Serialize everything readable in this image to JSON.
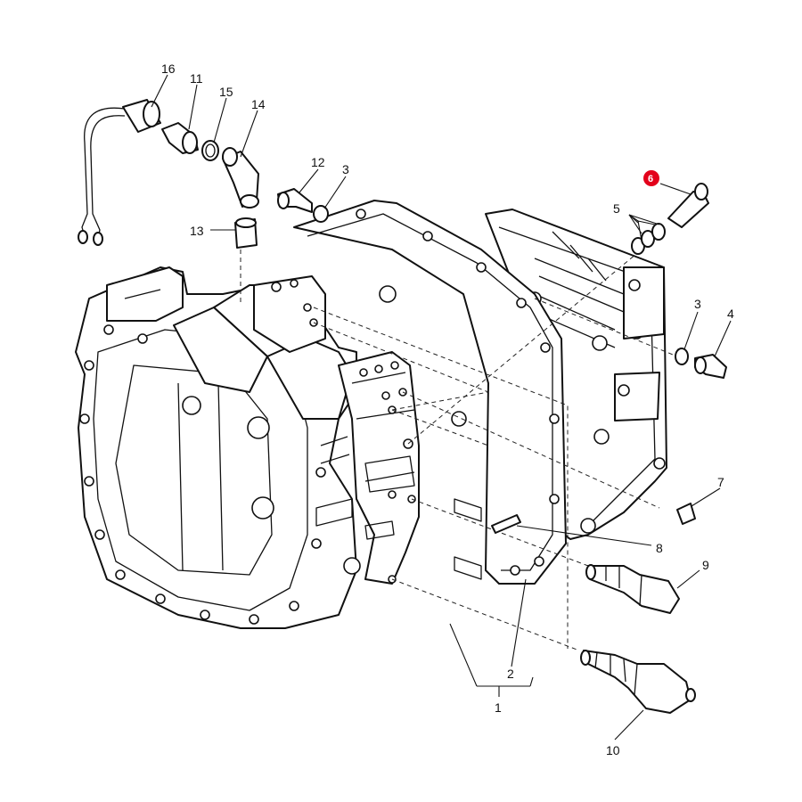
{
  "diagram": {
    "highlight_color": "#e3001b",
    "callouts": [
      {
        "id": "c16",
        "text": "16"
      },
      {
        "id": "c11",
        "text": "11"
      },
      {
        "id": "c15",
        "text": "15"
      },
      {
        "id": "c14",
        "text": "14"
      },
      {
        "id": "c12",
        "text": "12"
      },
      {
        "id": "c3a",
        "text": "3"
      },
      {
        "id": "c13",
        "text": "13"
      },
      {
        "id": "c6",
        "text": "6"
      },
      {
        "id": "c5",
        "text": "5"
      },
      {
        "id": "c3b",
        "text": "3"
      },
      {
        "id": "c4",
        "text": "4"
      },
      {
        "id": "c7",
        "text": "7"
      },
      {
        "id": "c8",
        "text": "8"
      },
      {
        "id": "c9",
        "text": "9"
      },
      {
        "id": "c2",
        "text": "2"
      },
      {
        "id": "c1",
        "text": "1"
      },
      {
        "id": "c10",
        "text": "10"
      }
    ]
  }
}
